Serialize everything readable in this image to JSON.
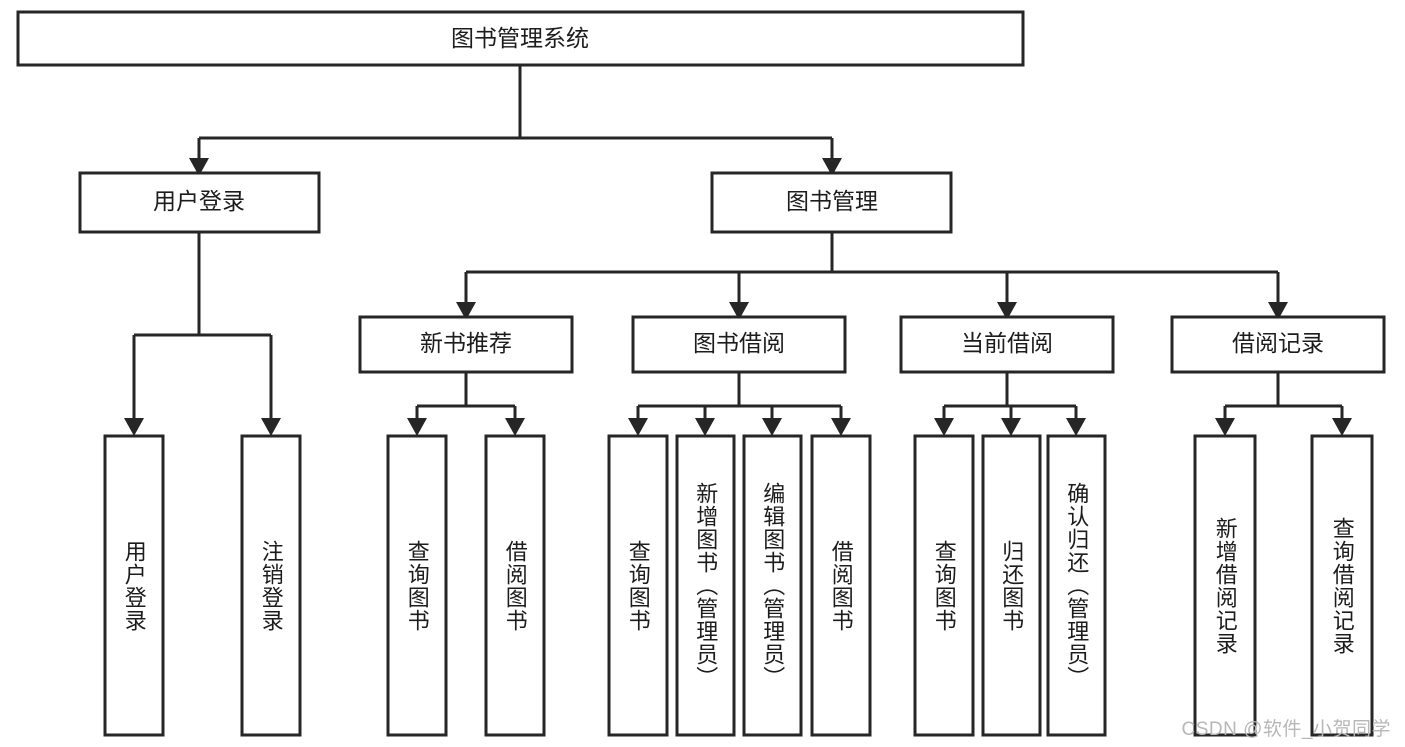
{
  "diagram": {
    "title_node": {
      "label": "图书管理系统"
    },
    "level2": [
      {
        "id": "user-login",
        "label": "用户登录"
      },
      {
        "id": "book-manage",
        "label": "图书管理"
      }
    ],
    "level3": [
      {
        "id": "new-book-recommend",
        "label": "新书推荐"
      },
      {
        "id": "book-borrow",
        "label": "图书借阅"
      },
      {
        "id": "current-borrow",
        "label": "当前借阅"
      },
      {
        "id": "borrow-record",
        "label": "借阅记录"
      }
    ],
    "leaves": {
      "user_login": [
        {
          "id": "leaf-user-login",
          "label": "用户登录"
        },
        {
          "id": "leaf-logout-login",
          "label": "注销登录"
        }
      ],
      "new_book_recommend": [
        {
          "id": "leaf-query-book-1",
          "label": "查询图书"
        },
        {
          "id": "leaf-borrow-book-1",
          "label": "借阅图书"
        }
      ],
      "book_borrow": [
        {
          "id": "leaf-query-book-2",
          "label": "查询图书"
        },
        {
          "id": "leaf-add-book",
          "label": "新增图书（管理员）"
        },
        {
          "id": "leaf-edit-book",
          "label": "编辑图书（管理员）"
        },
        {
          "id": "leaf-borrow-book-2",
          "label": "借阅图书"
        }
      ],
      "current_borrow": [
        {
          "id": "leaf-query-book-3",
          "label": "查询图书"
        },
        {
          "id": "leaf-return-book",
          "label": "归还图书"
        },
        {
          "id": "leaf-confirm-return",
          "label": "确认归还（管理员）"
        }
      ],
      "borrow_record": [
        {
          "id": "leaf-add-record",
          "label": "新增借阅记录"
        },
        {
          "id": "leaf-query-record",
          "label": "查询借阅记录"
        }
      ]
    }
  },
  "watermark": {
    "text": "CSDN @软件_小贺同学"
  },
  "colors": {
    "stroke": "#262626",
    "fill": "#ffffff",
    "text": "#1c1c1c",
    "watermark": "#b7b7b7"
  }
}
